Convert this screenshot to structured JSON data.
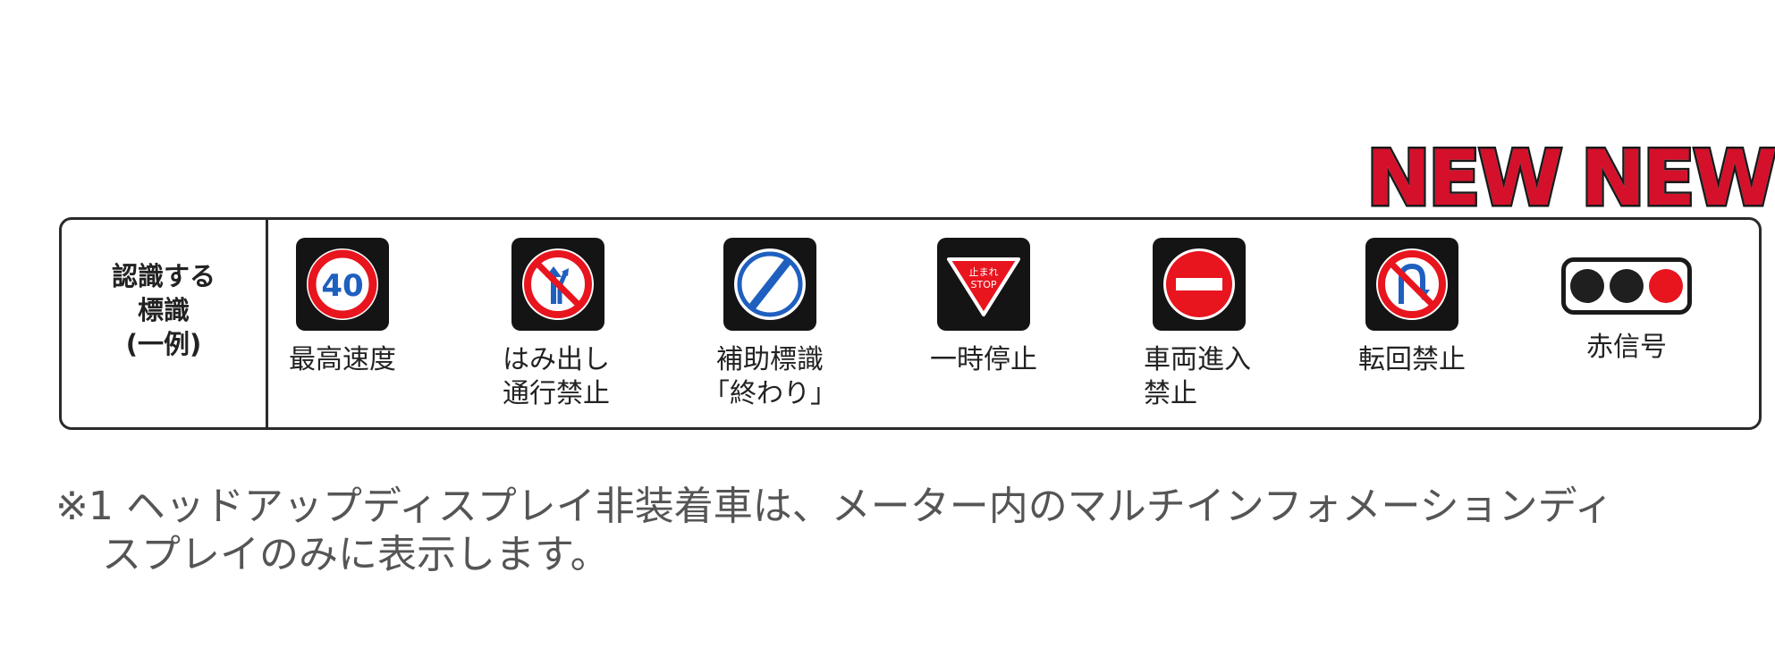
{
  "badges": {
    "new_1": "NEW",
    "new_2": "NEW"
  },
  "table": {
    "header_lines": [
      "認識する",
      "標識",
      "(一例)"
    ],
    "signs": [
      {
        "icon": "speed-limit-40-sign-icon",
        "number": "40",
        "label_lines": [
          "最高速度"
        ]
      },
      {
        "icon": "no-overtaking-sign-icon",
        "label_lines": [
          "はみ出し",
          "通行禁止"
        ]
      },
      {
        "icon": "end-of-restriction-sign-icon",
        "label_lines": [
          "補助標識",
          "「終わり」"
        ]
      },
      {
        "icon": "stop-sign-icon",
        "stop_top": "止まれ",
        "stop_bottom": "STOP",
        "label_lines": [
          "一時停止"
        ]
      },
      {
        "icon": "no-entry-sign-icon",
        "label_lines": [
          "車両進入",
          "禁止"
        ]
      },
      {
        "icon": "no-u-turn-sign-icon",
        "label_lines": [
          "転回禁止"
        ]
      },
      {
        "icon": "red-traffic-light-icon",
        "label_lines": [
          "赤信号"
        ]
      }
    ]
  },
  "footnote": {
    "line1": "※1 ヘッドアップディスプレイ非装着車は、メーター内のマルチインフォメーションディ",
    "line2": "スプレイのみに表示します。"
  },
  "colors": {
    "new_badge": "#d4102a",
    "sign_red": "#e8141e",
    "sign_blue": "#1f5fbf"
  }
}
